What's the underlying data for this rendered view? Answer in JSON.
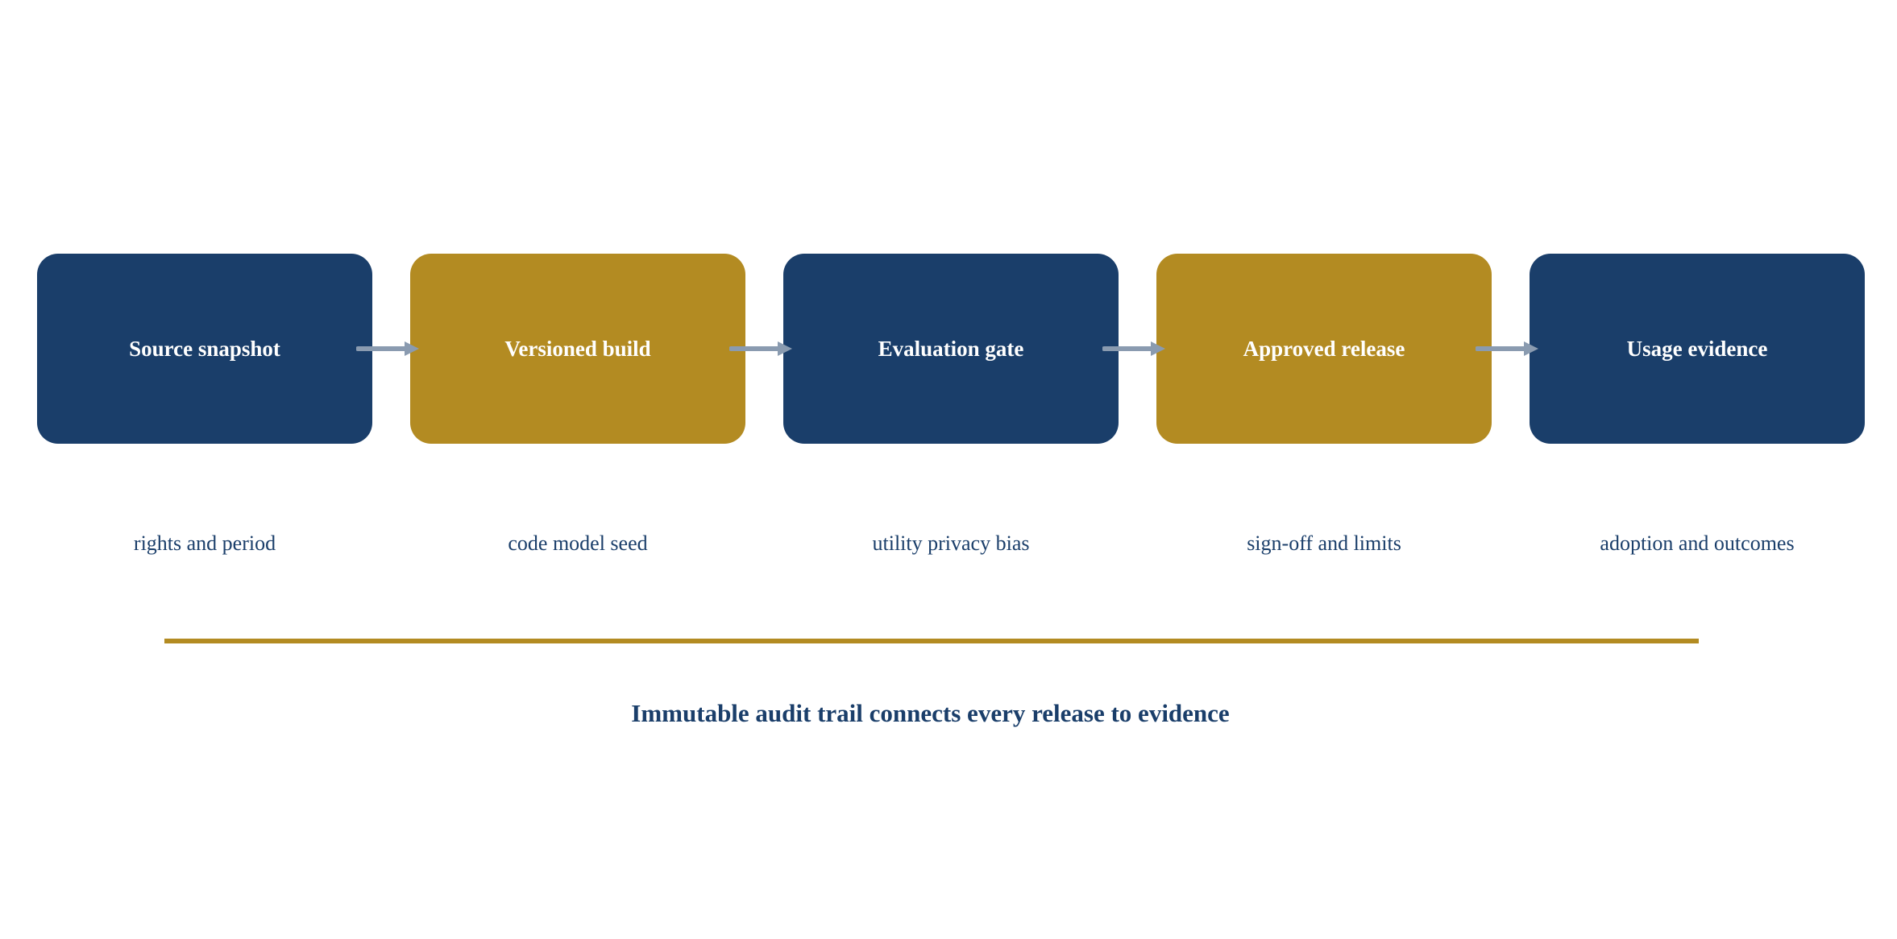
{
  "colors": {
    "navy": "#1a3e6a",
    "gold": "#b38b22",
    "arrow": "#8a9bb0",
    "text_light": "#ffffff"
  },
  "steps": [
    {
      "label": "Source snapshot",
      "caption": "rights and period",
      "color": "navy"
    },
    {
      "label": "Versioned build",
      "caption": "code model seed",
      "color": "gold"
    },
    {
      "label": "Evaluation gate",
      "caption": "utility privacy bias",
      "color": "navy"
    },
    {
      "label": "Approved release",
      "caption": "sign-off and limits",
      "color": "gold"
    },
    {
      "label": "Usage evidence",
      "caption": "adoption and outcomes",
      "color": "navy"
    }
  ],
  "footer": {
    "text": "Immutable audit trail connects every release to evidence"
  }
}
